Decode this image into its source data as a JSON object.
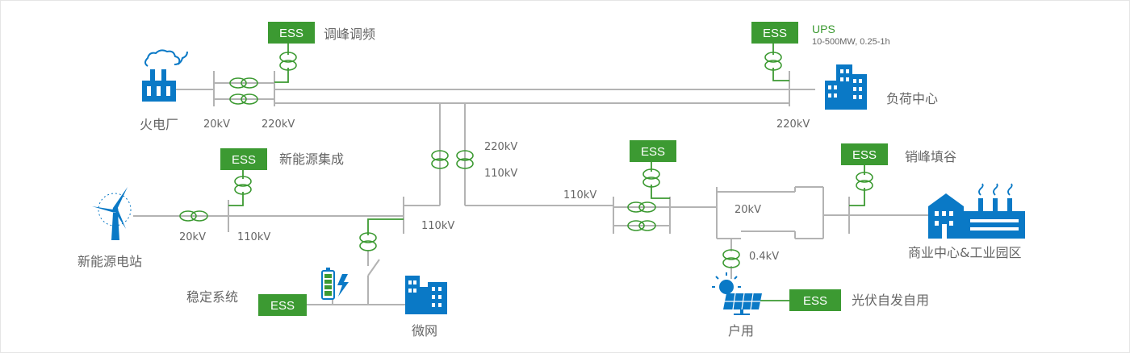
{
  "colors": {
    "line": "#b3b3b3",
    "ess": "#3c9a32",
    "icon": "#0a79c6",
    "text": "#666666"
  },
  "ess_label": "ESS",
  "nodes": {
    "thermal_plant": "火电厂",
    "wind_station": "新能源电站",
    "load_center": "负荷中心",
    "micro_grid": "微网",
    "commercial_park": "商业中心&工业园区",
    "household": "户用"
  },
  "applications": {
    "peak_regulation": "调峰调频",
    "renewable_integration": "新能源集成",
    "ups": "UPS",
    "ups_spec": "10-500MW,  0.25-1h",
    "stability": "稳定系统",
    "peak_shaving": "销峰填谷",
    "pv_self_use": "光伏自发自用"
  },
  "voltages": {
    "v20_top": "20kV",
    "v220_top": "220kV",
    "v220_right": "220kV",
    "v220_mid": "220kV",
    "v110_mid": "110kV",
    "v20_wind": "20kV",
    "v110_wind": "110kV",
    "v110_bus": "110kV",
    "v110_dist": "110kV",
    "v20_dist": "20kV",
    "v04": "0.4kV"
  },
  "icons": [
    "factory-icon",
    "wind-turbine-icon",
    "building-icon",
    "battery-icon",
    "lightning-icon",
    "solar-panel-icon",
    "sun-icon"
  ]
}
